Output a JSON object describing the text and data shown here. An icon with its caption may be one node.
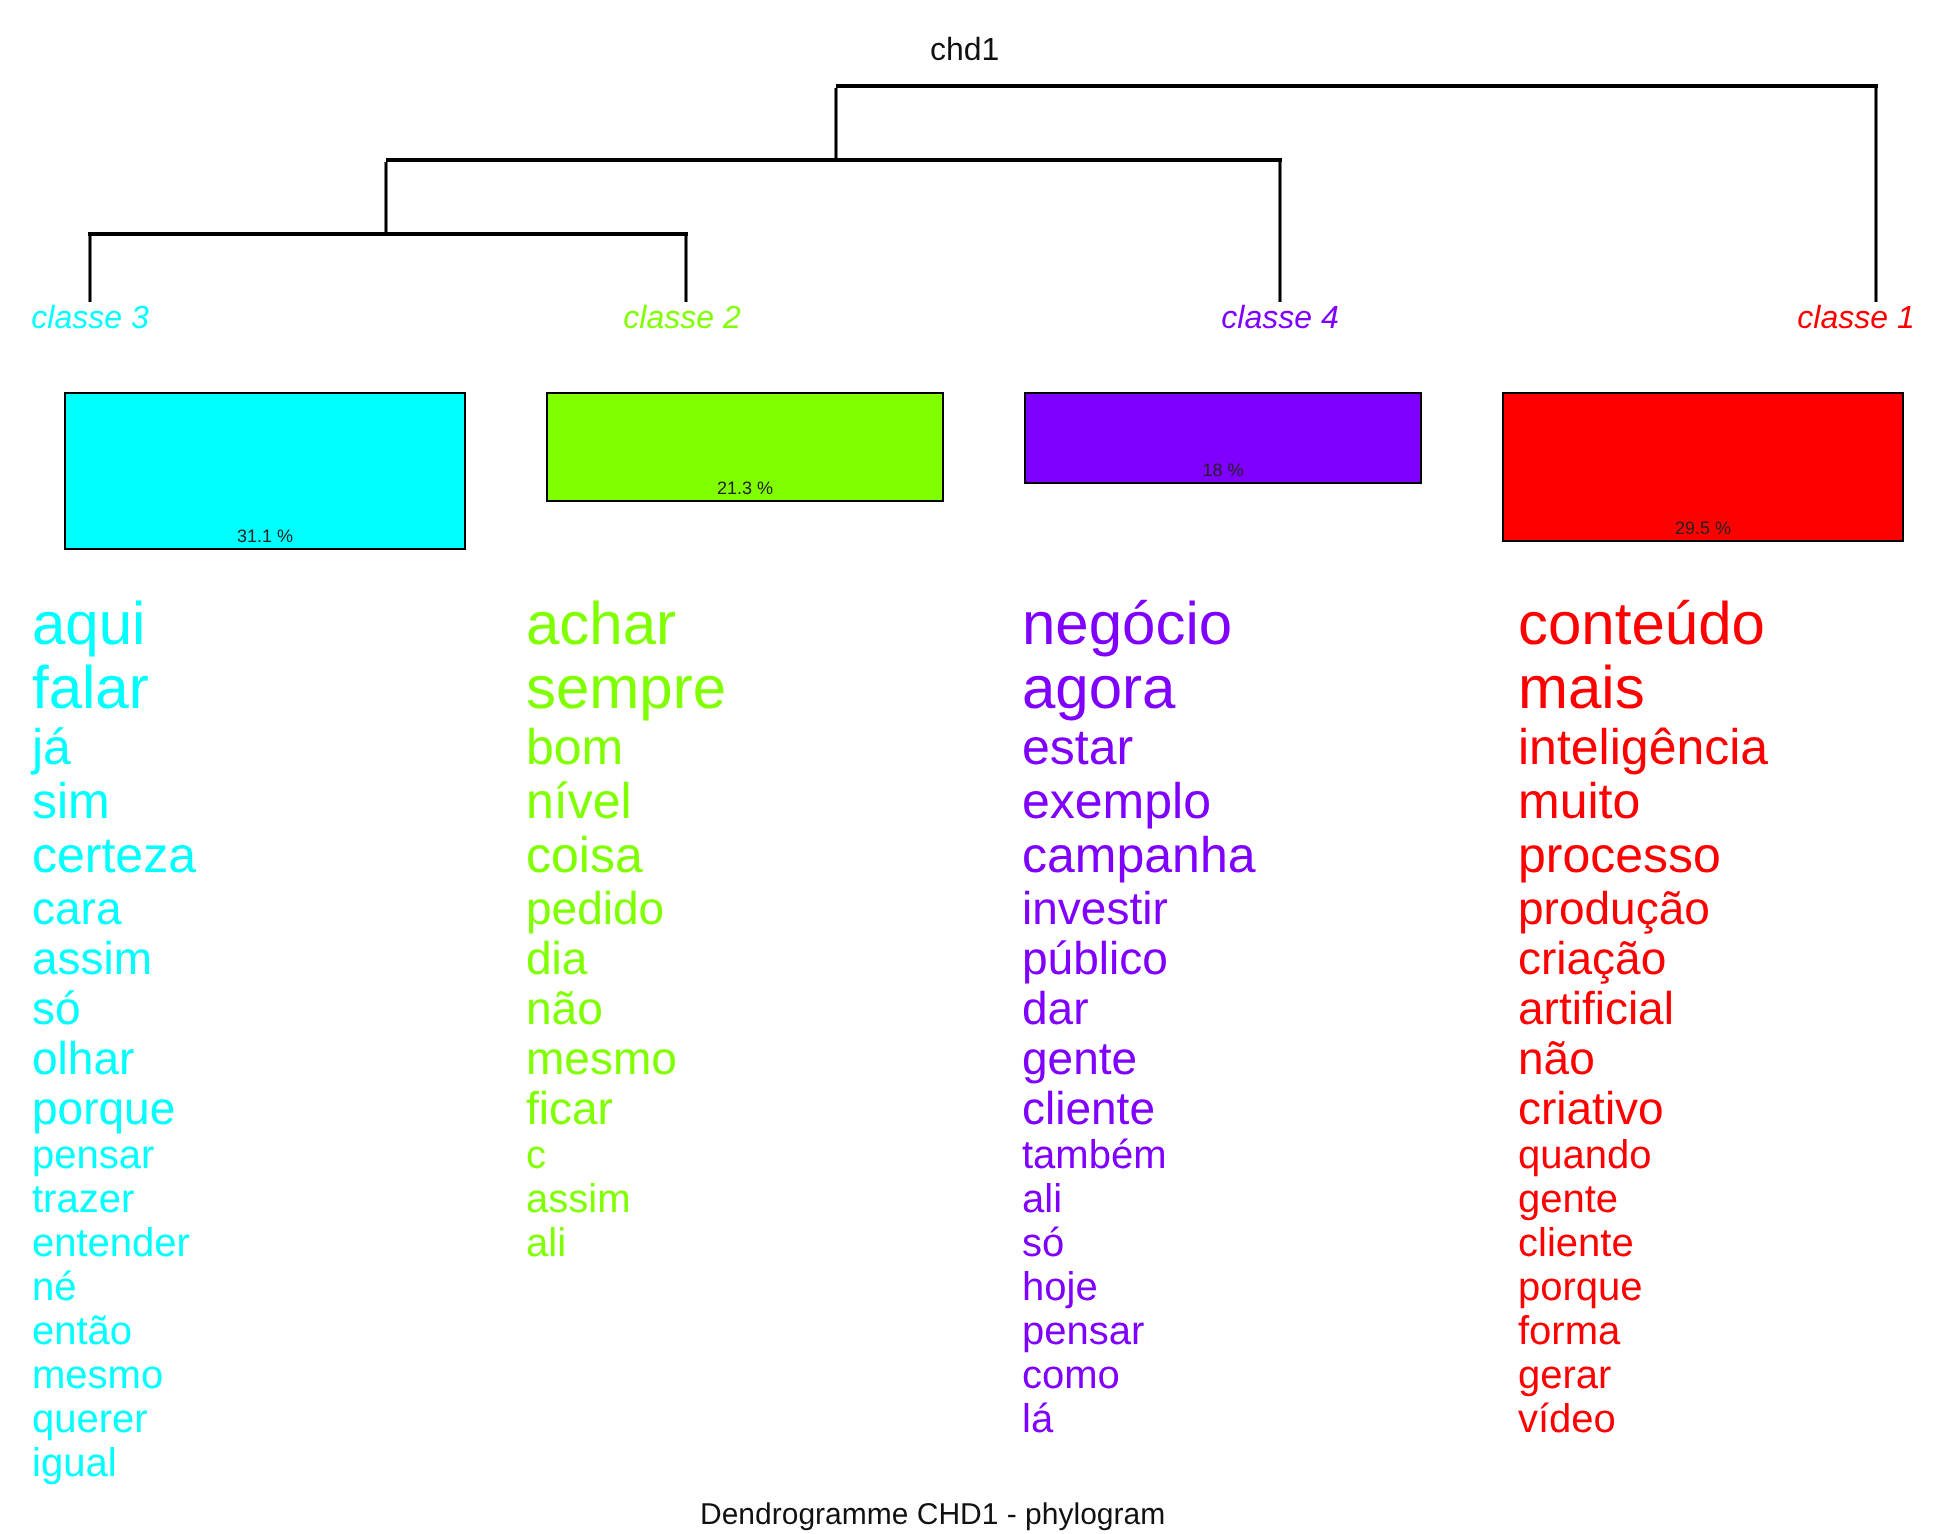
{
  "diagram": {
    "caption": "Dendrogramme CHD1 - phylogram",
    "nodes": [
      {
        "text": [],
        "shape": "bar",
        "beside": [
          "chd1"
        ]
      },
      {
        "text": [],
        "shape": "bar"
      },
      {
        "text": [],
        "shape": "bar"
      },
      {
        "text": [
          "classe  3"
        ]
      },
      {
        "text": [
          "classe  2"
        ]
      },
      {
        "text": [
          "classe  4"
        ]
      },
      {
        "text": [
          "classe  1"
        ]
      },
      {
        "text": [
          "31.1 %"
        ],
        "beside": [
          "aqui",
          "falar",
          "já",
          "sim",
          "certeza",
          "cara",
          "assim",
          "só",
          "olhar",
          "porque",
          "pensar",
          "trazer",
          "entender",
          "né",
          "então",
          "mesmo",
          "querer",
          "igual"
        ]
      },
      {
        "text": [
          "21.3 %"
        ],
        "beside": [
          "achar",
          "sempre",
          "bom",
          "nível",
          "coisa",
          "pedido",
          "dia",
          "não",
          "mesmo",
          "ficar",
          "c",
          "assim",
          "ali"
        ]
      },
      {
        "text": [
          "18 %"
        ],
        "beside": [
          "negócio",
          "agora",
          "estar",
          "exemplo",
          "campanha",
          "investir",
          "público",
          "dar",
          "gente",
          "cliente",
          "também",
          "ali",
          "só",
          "hoje",
          "pensar",
          "como",
          "lá"
        ]
      },
      {
        "text": [
          "29.5 %"
        ],
        "beside": [
          "conteúdo",
          "mais",
          "inteligência",
          "muito",
          "processo",
          "produção",
          "criação",
          "artificial",
          "não",
          "criativo",
          "quando",
          "gente",
          "cliente",
          "porque",
          "forma",
          "gerar",
          "vídeo"
        ]
      }
    ],
    "edges": [
      {
        "from": 0,
        "to": 1,
        "arrow": "none"
      },
      {
        "from": 0,
        "to": 6,
        "arrow": "none"
      },
      {
        "from": 1,
        "to": 2,
        "arrow": "none"
      },
      {
        "from": 1,
        "to": 5,
        "arrow": "none"
      },
      {
        "from": 2,
        "to": 3,
        "arrow": "none"
      },
      {
        "from": 2,
        "to": 4,
        "arrow": "none"
      }
    ]
  }
}
